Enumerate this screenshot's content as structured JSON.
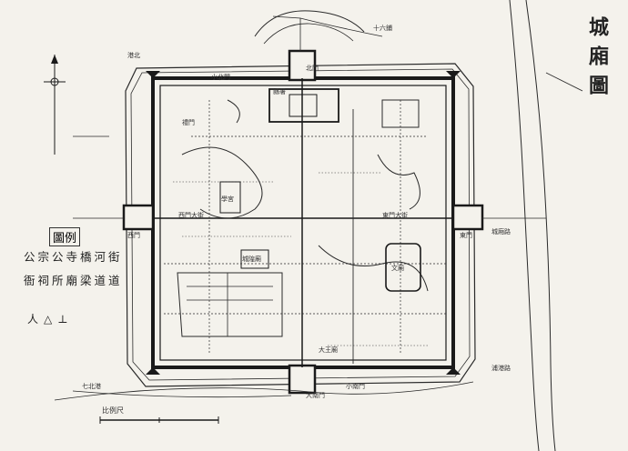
{
  "title": "城廂圖",
  "legend": {
    "heading": "圖例",
    "row1": "公宗公寺橋河街",
    "row2": "衙祠所廟梁道道",
    "symbols": "人△⊥"
  },
  "labels": {
    "map_label_2": "禮門",
    "map_label_3": "十六鋪",
    "map_label_4": "七北港",
    "map_label_5": "西門大街",
    "map_label_6": "東門大街",
    "map_label_7": "文廟",
    "map_label_8": "縣署",
    "map_label_9": "學宮",
    "map_label_10": "城隍廟",
    "map_label_11": "小北門",
    "map_label_12": "大南門",
    "map_label_13": "小南門",
    "map_label_14": "北門",
    "map_label_15": "東門",
    "map_label_16": "西門",
    "map_label_17": "港北",
    "map_label_18": "浦港路",
    "map_label_19": "城廂路",
    "map_label_20": "大王廟"
  },
  "scale_label": "比例尺",
  "colors": {
    "ink": "#2a2a2a",
    "paper": "#f4f2ec"
  },
  "icons": {
    "compass": "compass-rose-icon"
  }
}
